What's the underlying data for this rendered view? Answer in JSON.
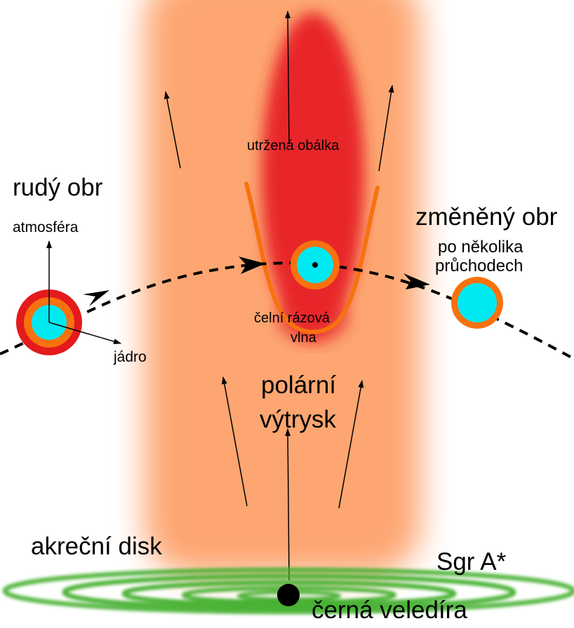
{
  "labels": {
    "red_giant": "rudý obr",
    "atmosphere": "atmosféra",
    "core": "jádro",
    "torn_envelope": "utržená obálka",
    "bow_shock_line1": "čelní rázová",
    "bow_shock_line2": "vlna",
    "changed_giant": "změněný obr",
    "after_passes_line1": "po několika",
    "after_passes_line2": "průchodech",
    "polar_jet_line1": "polární",
    "polar_jet_line2": "výtrysk",
    "accretion_disk": "akreční disk",
    "sgr_a": "Sgr A*",
    "black_hole": "černá veledíra"
  },
  "colors": {
    "jet": "#fda26a",
    "envelope": "#e8282a",
    "giant_atmosphere": "#e41a1c",
    "giant_mantle": "#f7720f",
    "core": "#00e9f0",
    "bow_shock": "#f7720f",
    "disk": "#3fae2a",
    "black_hole": "#000000"
  }
}
